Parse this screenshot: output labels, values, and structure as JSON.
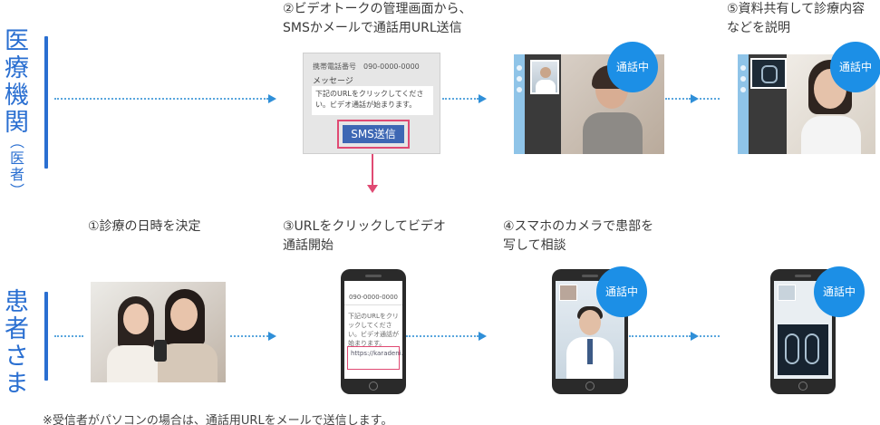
{
  "side": {
    "medical_label": "医療機関",
    "medical_sub": "（医者）",
    "patient_label": "患者さま"
  },
  "steps": {
    "step1": "①診療の日時を決定",
    "step2_line1": "②ビデオトークの管理画面から、",
    "step2_line2": "SMSかメールで通話用URL送信",
    "step3_line1": "③URLをクリックしてビデオ",
    "step3_line2": "通話開始",
    "step4_line1": "④スマホのカメラで患部を",
    "step4_line2": "写して相談",
    "step5_line1": "⑤資料共有して診療内容",
    "step5_line2": "などを説明"
  },
  "sms_card": {
    "phone": "携帯電話番号　090-0000-0000",
    "message_label": "メッセージ",
    "message_body": "下記のURLをクリックしてください。ビデオ通話が始まります。",
    "send_button": "SMS送信"
  },
  "phone_screen": {
    "number": "090-0000-0000",
    "message": "下記のURLをクリックしてください。ビデオ通話が始まります。",
    "url": "https://karadeni.jp/videotalk/"
  },
  "badge_text": "通話中",
  "footnote": "※受信者がパソコンの場合は、通話用URLをメールで送信します。",
  "colors": {
    "accent_blue": "#2a6fd1",
    "badge_blue": "#1c8fe6",
    "highlight_pink": "#e04a73",
    "sms_button": "#3d67b4"
  }
}
